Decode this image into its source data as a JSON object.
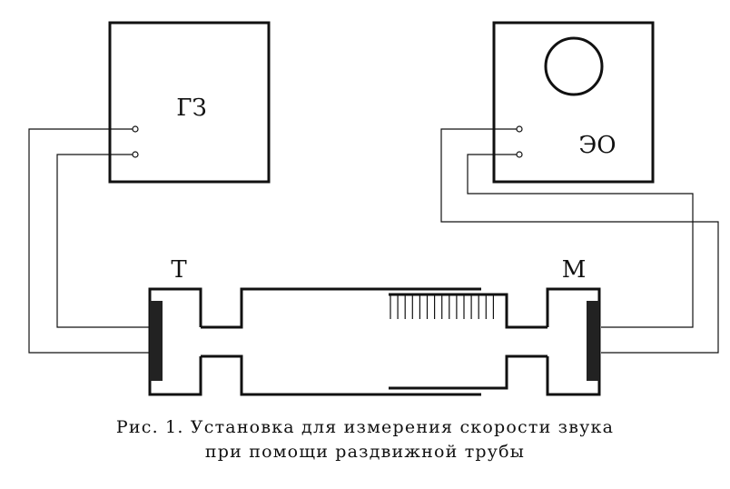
{
  "labels": {
    "generator": "ГЗ",
    "oscilloscope": "ЭО",
    "telephone": "Т",
    "microphone": "М"
  },
  "caption": {
    "line1": "Рис. 1. Установка для измерения скорости звука",
    "line2": "при помощи раздвижной трубы"
  }
}
